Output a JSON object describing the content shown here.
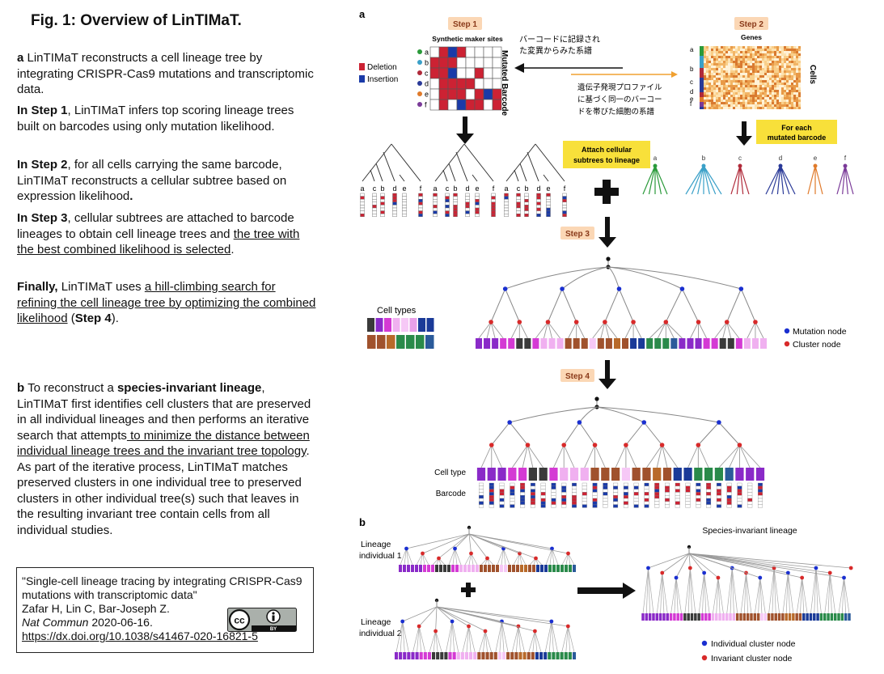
{
  "title": "Fig. 1: Overview of LinTIMaT.",
  "text": {
    "a_label": "a",
    "a_body": " LinTIMaT reconstructs a cell lineage tree by integrating CRISPR-Cas9 mutations and transcriptomic data.",
    "s1_head": "In Step 1",
    "s1_body": ", LinTIMaT infers top scoring lineage trees built on barcodes using only mutation likelihood.",
    "s2_head": "In Step 2",
    "s2_body": ", for all cells carrying the same barcode, LinTIMaT reconstructs a cellular subtree based on expression likelihood",
    "s2_dot": ".",
    "s3_head": "In Step 3",
    "s3_body": ", cellular subtrees are attached to barcode lineages to obtain cell lineage trees and ",
    "s3_u": "the tree with the best combined likelihood is selected",
    "s3_end": ".",
    "fin_head": "Finally,",
    "fin_body": " LinTIMaT uses ",
    "fin_u": "a hill-climbing search for refining the cell lineage tree by optimizing the combined likelihood",
    "fin_mid": " (",
    "fin_step": "Step 4",
    "fin_end": ").",
    "b_label": "b",
    "b_1": " To reconstruct a ",
    "b_bold": "species-invariant lineage",
    "b_2": ", LinTIMaT first identifies cell clusters that are preserved in all individual lineages and then performs an iterative search that attempts",
    "b_u": " to minimize the distance between individual lineage trees and the invariant tree topology",
    "b_3": ". As part of the iterative process, LinTIMaT matches preserved clusters in one individual tree to preserved clusters in other individual tree(s) such that leaves in the resulting invariant tree contain cells from all individual studies."
  },
  "citation": {
    "title": "\"Single-cell lineage tracing by integrating CRISPR-Cas9 mutations with transcriptomic data\"",
    "authors": "Zafar H, Lin C, Bar-Joseph Z.",
    "journal": "Nat Commun",
    "date": " 2020-06-16.",
    "doi": "https://dx.doi.org/10.1038/s41467-020-16821-5",
    "badge_cc": "cc",
    "badge_by": "BY"
  },
  "figure": {
    "panel_a": "a",
    "panel_b": "b",
    "step1": "Step 1",
    "step2": "Step 2",
    "step3": "Step 3",
    "step4": "Step 4",
    "synthetic_sites": "Synthetic maker sites",
    "genes": "Genes",
    "mutated_barcode": "Mutated Barcode",
    "cells": "Cells",
    "deletion": "Deletion",
    "insertion": "Insertion",
    "jp_note1_l1": "バーコードに記録され",
    "jp_note1_l2": "た変異からみた系譜",
    "jp_note2_l1": "遺伝子発現プロファイル",
    "jp_note2_l2": "に基づく同一のバーコー",
    "jp_note2_l3": "ドを帯びた細胞の系譜",
    "attach_l1": "Attach cellular",
    "attach_l2": "subtrees to lineage",
    "for_each_l1": "For each",
    "for_each_l2": "mutated barcode",
    "cell_types": "Cell types",
    "mutation_node": "Mutation node",
    "cluster_node": "Cluster node",
    "cell_type_label": "Cell type",
    "barcode_label": "Barcode",
    "lineage1_l1": "Lineage",
    "lineage1_l2": "individual 1",
    "lineage2_l1": "Lineage",
    "lineage2_l2": "individual 2",
    "species_invariant": "Species-invariant lineage",
    "individual_cluster_node": "Individual cluster node",
    "invariant_cluster_node": "Invariant cluster node",
    "barcode_letters": [
      "a",
      "b",
      "c",
      "d",
      "e",
      "f"
    ],
    "tree_leaf_letters": [
      [
        "a",
        "c",
        "b",
        "d",
        "e",
        "f"
      ],
      [
        "a",
        "c",
        "b",
        "d",
        "e",
        "f"
      ],
      [
        "a",
        "c",
        "b",
        "d",
        "e",
        "f"
      ]
    ],
    "subtree_letters": [
      "a",
      "b",
      "c",
      "d",
      "e",
      "f"
    ]
  },
  "colors": {
    "deletion": "#cc2233",
    "insertion": "#1a3aa8",
    "mutation_node": "#1a2fd0",
    "cluster_node": "#d82a2a",
    "step_badge": "#fbd7b5",
    "yellow_box": "#f8e03a",
    "orange_arrow": "#f0a030",
    "letter_dots": [
      "#2a9a3a",
      "#3aa0c8",
      "#b02a3a",
      "#2a3a98",
      "#e07a2a",
      "#7a3a98"
    ],
    "cell_types": [
      "#3a3a3a",
      "#8a2ac8",
      "#d43ad4",
      "#f0b0f0",
      "#f6c8f6",
      "#1a3a98",
      "#1a3a98",
      "#a0522d",
      "#a0522d",
      "#b86a2a",
      "#2a8a4a",
      "#2a8a4a",
      "#2a5a9a"
    ]
  }
}
